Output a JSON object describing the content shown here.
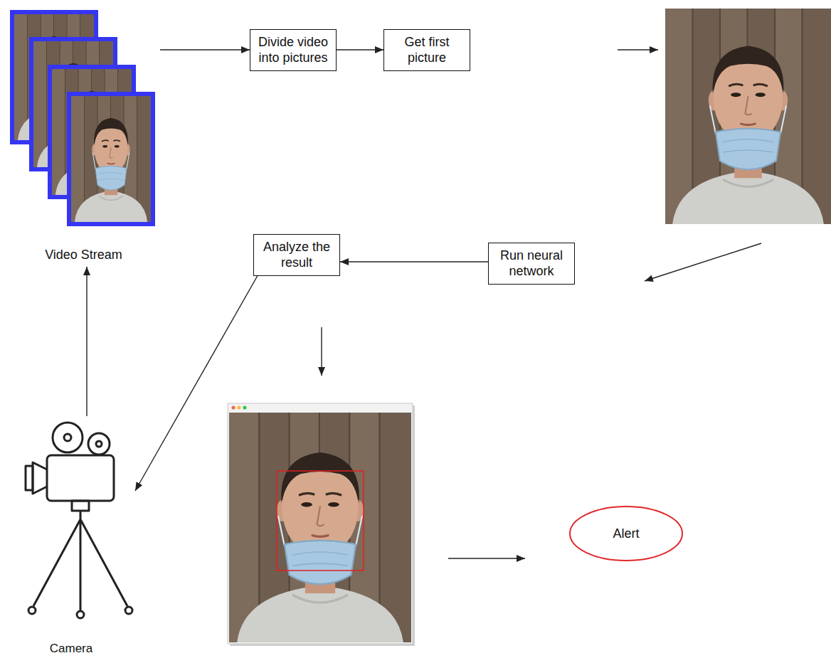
{
  "diagram": {
    "nodes": [
      {
        "text": [
          "Video Stream"
        ]
      },
      {
        "text": [
          "Divide video into pictures"
        ]
      },
      {
        "text": [
          "Get first picture"
        ]
      },
      {
        "text": [
          "Analyze the result"
        ]
      },
      {
        "text": [
          "Run neural network"
        ]
      },
      {
        "text": [
          "Camera"
        ]
      },
      {
        "text": [
          "Alert"
        ]
      }
    ],
    "edges": [
      {
        "from": 0,
        "to": 1,
        "arrow": "to"
      },
      {
        "from": 1,
        "to": 2,
        "arrow": "to"
      },
      {
        "from": 4,
        "to": 3,
        "arrow": "to"
      },
      {
        "from": 3,
        "to": 5,
        "arrow": "to"
      },
      {
        "from": 5,
        "to": 0,
        "arrow": "to"
      }
    ]
  }
}
